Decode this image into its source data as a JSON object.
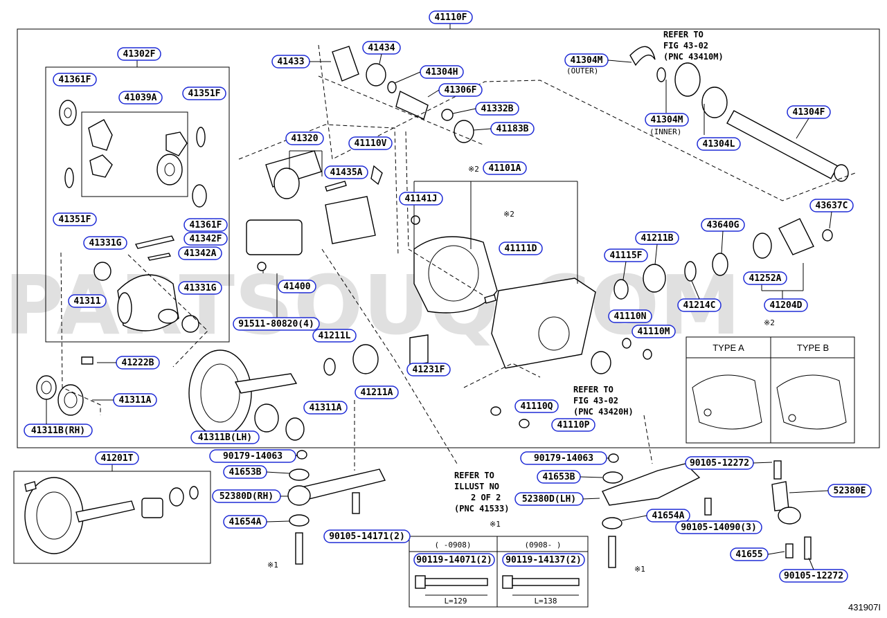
{
  "figure_id": "431907I",
  "watermark": "PARTSOUQ.COM",
  "colors": {
    "callout_border": "#1e2bd6",
    "line": "#000000",
    "watermark": "#c8c8c8"
  },
  "callouts": {
    "p41110F": "41110F",
    "p41302F": "41302F",
    "p41361F_a": "41361F",
    "p41039A": "41039A",
    "p41351F_a": "41351F",
    "p41351F_b": "41351F",
    "p41361F_b": "41361F",
    "p41342F": "41342F",
    "p41342A": "41342A",
    "p41331G_a": "41331G",
    "p41331G_b": "41331G",
    "p41311": "41311",
    "p41222B": "41222B",
    "p41311A_a": "41311A",
    "p41311B_rh": "41311B(RH)",
    "p41433": "41433",
    "p41434": "41434",
    "p41304H": "41304H",
    "p41306F": "41306F",
    "p41332B": "41332B",
    "p41183B": "41183B",
    "p41320": "41320",
    "p41110V": "41110V",
    "p41435A": "41435A",
    "p41400": "41400",
    "p91511": "91511-80820(4)",
    "p41211L": "41211L",
    "p41211A": "41211A",
    "p41231F": "41231F",
    "p41311A_b": "41311A",
    "p41311B_lh": "41311B(LH)",
    "p41101A": "41101A",
    "p41141J": "41141J",
    "p41111D": "41111D",
    "p41110N": "41110N",
    "p41110M": "41110M",
    "p41110Q": "41110Q",
    "p41110P": "41110P",
    "p41304M_a": "41304M",
    "p41304M_b": "41304M",
    "p41304L": "41304L",
    "p41304F": "41304F",
    "p43637C": "43637C",
    "p43640G": "43640G",
    "p41211B": "41211B",
    "p41115F": "41115F",
    "p41214C": "41214C",
    "p41252A": "41252A",
    "p41204D": "41204D",
    "p41201T": "41201T",
    "p90179_a": "90179-14063",
    "p41653B_a": "41653B",
    "p52380D_rh": "52380D(RH)",
    "p41654A_a": "41654A",
    "p90105_14171": "90105-14171(2)",
    "p90179_b": "90179-14063",
    "p41653B_b": "41653B",
    "p52380D_lh": "52380D(LH)",
    "p41654A_b": "41654A",
    "p90105_14090": "90105-14090(3)",
    "p90105_12272_a": "90105-12272",
    "p52380E": "52380E",
    "p41655": "41655",
    "p90105_12272_b": "90105-12272",
    "p90119_14071": "90119-14071(2)",
    "p90119_14137": "90119-14137(2)"
  },
  "sublabels": {
    "outer": "(OUTER)",
    "inner": "(INNER)"
  },
  "refer_fig_43410": [
    "REFER TO",
    "FIG 43-02",
    "(PNC 43410M)"
  ],
  "refer_fig_43420": [
    "REFER TO",
    "FIG 43-02",
    "(PNC 43420H)"
  ],
  "refer_illust": [
    "REFER TO",
    "ILLUST NO",
    "2 OF 2",
    "(PNC 41533)"
  ],
  "marks": {
    "m1": "※1",
    "m2": "※2"
  },
  "type_table": {
    "type_a": "TYPE A",
    "type_b": "TYPE B"
  },
  "bolt_table": {
    "col1_header": "(    -0908)",
    "col2_header": "(0908-    )",
    "len1": "L=129",
    "len2": "L=138"
  }
}
